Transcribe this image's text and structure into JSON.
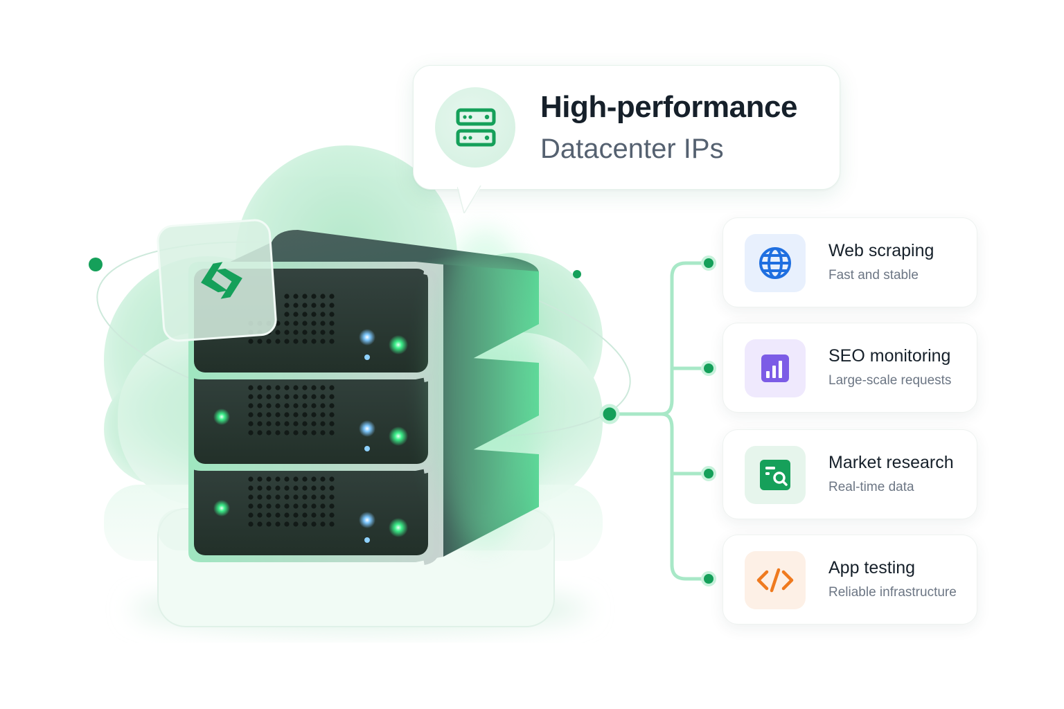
{
  "header": {
    "title": "High-performance",
    "subtitle": "Datacenter IPs",
    "icon": "server-rack-icon"
  },
  "colors": {
    "accent": "#18a25a",
    "mint": "#bfead3",
    "text_primary": "#16202a",
    "text_secondary": "#6c7684",
    "server_body": "#2e3f3c",
    "led_green": "#3cf08a",
    "led_blue": "#7ec8ff"
  },
  "features": [
    {
      "title": "Web scraping",
      "subtitle": "Fast and stable",
      "icon": "globe-icon",
      "icon_color": "#1f6fe0",
      "icon_bg": "#e8f0fd"
    },
    {
      "title": "SEO monitoring",
      "subtitle": "Large-scale requests",
      "icon": "bar-chart-icon",
      "icon_color": "#7c5ce6",
      "icon_bg": "#efe9fd"
    },
    {
      "title": "Market research",
      "subtitle": "Real-time data",
      "icon": "data-search-icon",
      "icon_color": "#16a05a",
      "icon_bg": "#e6f5ec"
    },
    {
      "title": "App testing",
      "subtitle": "Reliable infrastructure",
      "icon": "code-icon",
      "icon_color": "#ef7a1f",
      "icon_bg": "#fdf0e6"
    }
  ],
  "illustration": {
    "subject": "server-stack",
    "units": 3,
    "badge_icon": "rotate-arrows-icon"
  }
}
